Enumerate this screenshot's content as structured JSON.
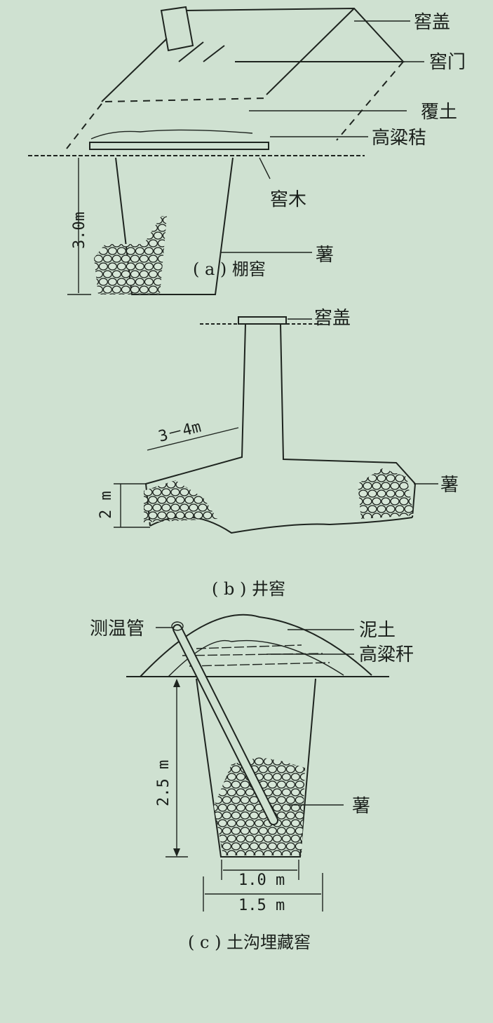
{
  "panel_a": {
    "caption": "( a ) 棚窖",
    "labels": {
      "cover": "窖盖",
      "door": "窖门",
      "soil": "覆土",
      "sorghum": "高粱秸",
      "timber": "窖木",
      "tuber": "薯"
    },
    "depth": "3.0m"
  },
  "panel_b": {
    "caption": "( b ) 井窖",
    "labels": {
      "cover": "窖盖",
      "tuber": "薯"
    },
    "tunnel_length": "3－4m",
    "height": "2 m"
  },
  "panel_c": {
    "caption": "( c ) 土沟埋藏窖",
    "labels": {
      "pipe": "测温管",
      "mud": "泥土",
      "sorghum": "高粱秆",
      "tuber": "薯"
    },
    "depth": "2.5 m",
    "bottom_width": "1.0 m",
    "top_width": "1.5 m"
  }
}
